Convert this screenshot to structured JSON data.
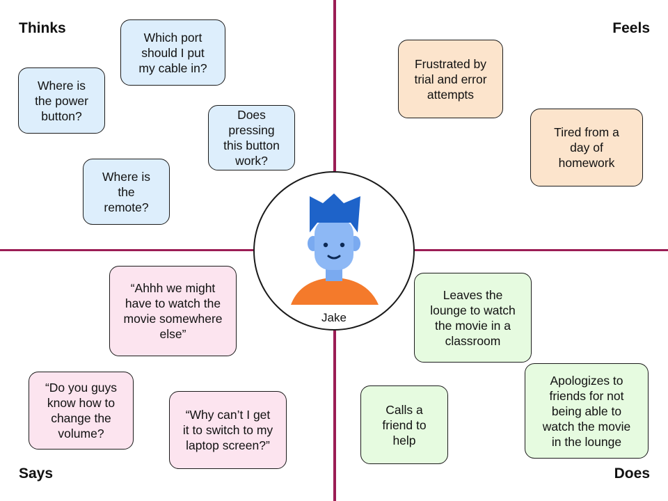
{
  "quadrants": {
    "thinks": "Thinks",
    "feels": "Feels",
    "says": "Says",
    "does": "Does"
  },
  "persona": {
    "name": "Jake",
    "icon": "boy-avatar-icon"
  },
  "notes": {
    "thinks": [
      "Which port\nshould I put\nmy cable in?",
      "Where is\nthe power\nbutton?",
      "Does\npressing\nthis button\nwork?",
      "Where is\nthe\nremote?"
    ],
    "feels": [
      "Frustrated by\ntrial and error\nattempts",
      "Tired from a\nday of\nhomework"
    ],
    "says": [
      "“Ahhh we might\nhave to watch the\nmovie somewhere\nelse”",
      "“Do you guys\nknow how to\nchange the\nvolume?",
      "“Why can’t I get\nit to switch to my\nlaptop screen?”"
    ],
    "does": [
      "Leaves the\nlounge to watch\nthe movie in a\nclassroom",
      "Calls a\nfriend to\nhelp",
      "Apologizes to\nfriends for not\nbeing able to\nwatch the movie\nin the lounge"
    ]
  },
  "colors": {
    "axis": "#9b1d55",
    "thinks_note": "#ddeefc",
    "feels_note": "#fce4cc",
    "says_note": "#fce4ef",
    "does_note": "#e6fbe0",
    "avatar_hair": "#1e63c9",
    "avatar_skin": "#8db8f5",
    "avatar_shirt": "#f47a2b"
  }
}
